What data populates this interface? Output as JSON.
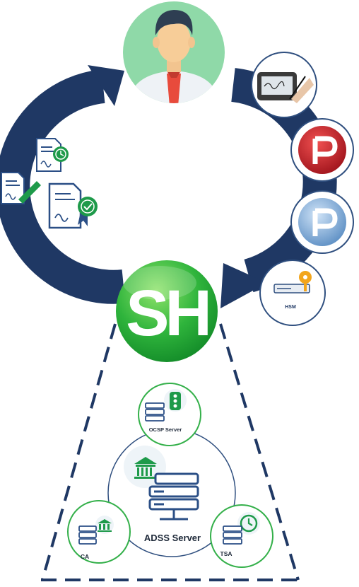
{
  "colors": {
    "navy": "#1f3864",
    "green": "#36b24a",
    "green_dark": "#1e8a32",
    "ring_green": "#34b04a",
    "avatar_bg": "#8fd9a8",
    "red_p": "#c8202a",
    "blue_p": "#6a9bd0"
  },
  "center": {
    "logo_text": "SH"
  },
  "server_panel": {
    "adss_label": "ADSS Server",
    "ocsp_label": "OCSP Server",
    "ca_label": "CA",
    "tsa_label": "TSA"
  },
  "devices": {
    "hsm_label": "HSM"
  },
  "icons": [
    "user-avatar-icon",
    "signature-pad-icon",
    "pdf-red-icon",
    "pdf-blue-icon",
    "hsm-key-icon",
    "signed-document-icon",
    "timestamped-document-icon",
    "certified-document-icon",
    "server-rack-icon",
    "bank-icon",
    "traffic-light-icon",
    "clock-icon"
  ]
}
